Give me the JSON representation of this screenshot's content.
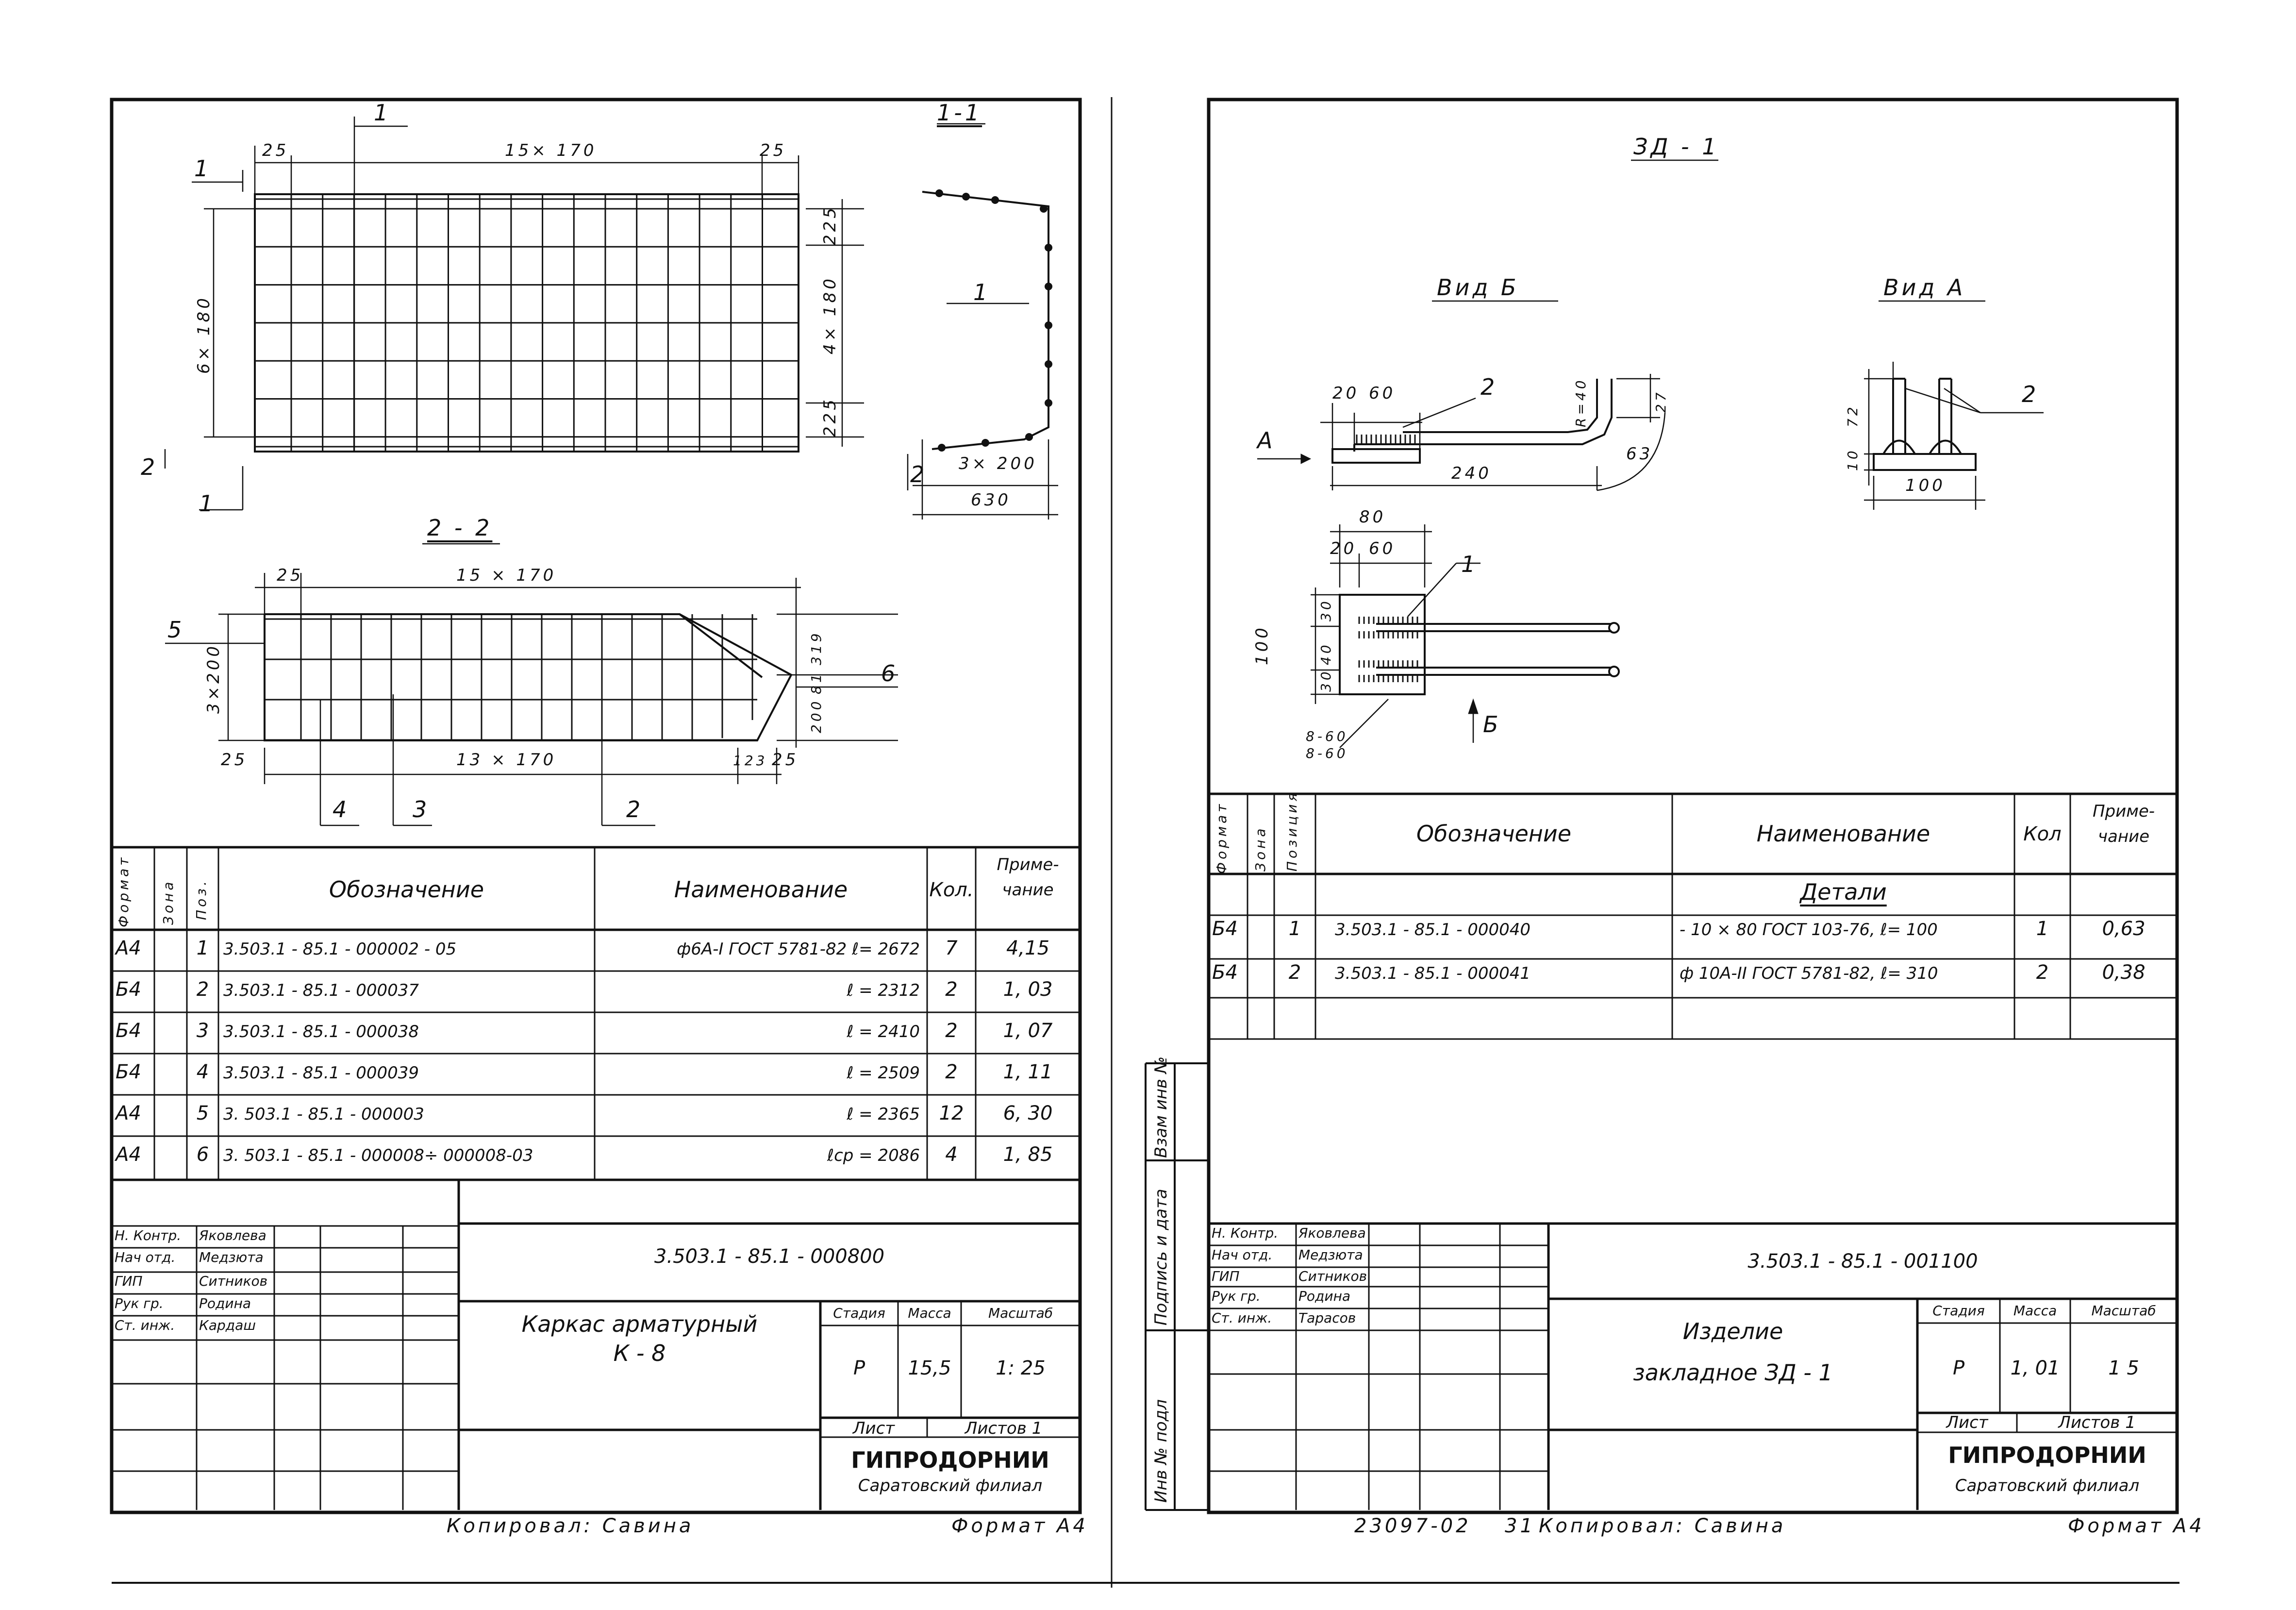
{
  "left_sheet": {
    "section_1_1": "1-1",
    "section_2_2": "2 - 2",
    "dims": {
      "top_25a": "25",
      "top_span": "15× 170",
      "top_25b": "25",
      "v_6x180": "6× 180",
      "v_225a": "225",
      "v_4x180": "4× 180",
      "v_225b": "225",
      "sec_3x200": "3× 200",
      "sec_630": "630",
      "s22_25": "25",
      "s22_span": "15 × 170",
      "s22_3x200": "3×200",
      "s22_319": "319",
      "s22_81": "81",
      "s22_200": "200",
      "s22_bot_25a": "25",
      "s22_bot_span": "13 × 170",
      "s22_123": "123",
      "s22_bot_25b": "25"
    },
    "callouts": {
      "c1_top": "1",
      "c1_left_top": "1",
      "c1_left_bot": "1",
      "c2_left": "2",
      "c1_section": "1",
      "c2_section": "2",
      "c5": "5",
      "c6": "6",
      "c4": "4",
      "c3": "3",
      "c2_bot": "2"
    },
    "table": {
      "headers": {
        "format": "Формат",
        "zone": "Зона",
        "pos": "Поз.",
        "designation": "Обозначение",
        "name": "Наименование",
        "qty": "Кол.",
        "note": "Приме-чание"
      },
      "rows": [
        {
          "format": "А4",
          "pos": "1",
          "designation": "3.503.1 - 85.1 - 000002 - 05",
          "name": "ф6А-I ГОСТ 5781-82 ℓ= 2672",
          "qty": "7",
          "note": "4,15"
        },
        {
          "format": "Б4",
          "pos": "2",
          "designation": "3.503.1 - 85.1 - 000037",
          "name": "ℓ = 2312",
          "qty": "2",
          "note": "1, 03"
        },
        {
          "format": "Б4",
          "pos": "3",
          "designation": "3.503.1 - 85.1 - 000038",
          "name": "ℓ = 2410",
          "qty": "2",
          "note": "1, 07"
        },
        {
          "format": "Б4",
          "pos": "4",
          "designation": "3.503.1 - 85.1 - 000039",
          "name": "ℓ = 2509",
          "qty": "2",
          "note": "1, 11"
        },
        {
          "format": "А4",
          "pos": "5",
          "designation": "3. 503.1 - 85.1 - 000003",
          "name": "ℓ = 2365",
          "qty": "12",
          "note": "6, 30"
        },
        {
          "format": "А4",
          "pos": "6",
          "designation": "3. 503.1 - 85.1 - 000008÷ 000008-03",
          "name": "ℓср = 2086",
          "qty": "4",
          "note": "1, 85"
        }
      ]
    },
    "title_block": {
      "people": [
        {
          "role": "Н. Контр.",
          "name": "Яковлева"
        },
        {
          "role": "Нач отд.",
          "name": "Медзюта"
        },
        {
          "role": "ГИП",
          "name": "Ситников"
        },
        {
          "role": "Рук гр.",
          "name": "Родина"
        },
        {
          "role": "Ст. инж.",
          "name": "Кардаш"
        }
      ],
      "doc_number": "3.503.1 - 85.1 - 000800",
      "title_line1": "Каркас арматурный",
      "title_line2": "К - 8",
      "stage_label": "Стадия",
      "mass_label": "Масса",
      "scale_label": "Масштаб",
      "stage": "Р",
      "mass": "15,5",
      "scale": "1: 25",
      "sheet_label": "Лист",
      "sheets_label": "Листов 1",
      "org": "ГИПРОДОРНИИ",
      "branch": "Саратовский филиал"
    },
    "copied": "Копировал: Савина",
    "format": "Формат А4"
  },
  "right_sheet": {
    "title": "ЗД - 1",
    "view_b": "Вид Б",
    "view_a": "Вид А",
    "dims": {
      "d20": "20",
      "d60": "60",
      "r40": "R=40",
      "d27": "27",
      "d240": "240",
      "d63": "63",
      "d80": "80",
      "d20b": "20",
      "d60b": "60",
      "d30a": "30",
      "d40": "40",
      "d30b": "30",
      "d100v": "100",
      "d72": "72",
      "d10": "10",
      "d100h": "100",
      "weld1": "8-60",
      "weld2": "8-60"
    },
    "callouts": {
      "c2_top": "2",
      "c1_plan": "1",
      "c2_view_a": "2",
      "arrow_a": "А",
      "arrow_b": "Б"
    },
    "table": {
      "headers": {
        "format": "Формат",
        "zone": "Зона",
        "pos": "Позиция",
        "designation": "Обозначение",
        "name": "Наименование",
        "qty": "Кол",
        "note": "Приме-чание"
      },
      "section": "Детали",
      "rows": [
        {
          "format": "Б4",
          "pos": "1",
          "designation": "3.503.1 - 85.1 - 000040",
          "name": "- 10 × 80 ГОСТ 103-76, ℓ= 100",
          "qty": "1",
          "note": "0,63"
        },
        {
          "format": "Б4",
          "pos": "2",
          "designation": "3.503.1 - 85.1 - 000041",
          "name": "ф 10А-II ГОСТ 5781-82, ℓ= 310",
          "qty": "2",
          "note": "0,38"
        }
      ]
    },
    "side_labels": [
      "Инв № подл",
      "Подпись и дата",
      "Взам инв №"
    ],
    "title_block": {
      "people": [
        {
          "role": "Н. Контр.",
          "name": "Яковлева"
        },
        {
          "role": "Нач отд.",
          "name": "Медзюта"
        },
        {
          "role": "ГИП",
          "name": "Ситников"
        },
        {
          "role": "Рук гр.",
          "name": "Родина"
        },
        {
          "role": "Ст. инж.",
          "name": "Тарасов"
        }
      ],
      "doc_number": "3.503.1 - 85.1 - 001100",
      "title_line1": "Изделие",
      "title_line2": "закладное ЗД - 1",
      "stage_label": "Стадия",
      "mass_label": "Масса",
      "scale_label": "Масштаб",
      "stage": "Р",
      "mass": "1, 01",
      "scale": "1 5",
      "sheet_label": "Лист",
      "sheets_label": "Листов 1",
      "org": "ГИПРОДОРНИИ",
      "branch": "Саратовский филиал"
    },
    "stamp": "23097-02",
    "page_no": "31",
    "copied": "Копировал: Савина",
    "format": "Формат А4"
  }
}
